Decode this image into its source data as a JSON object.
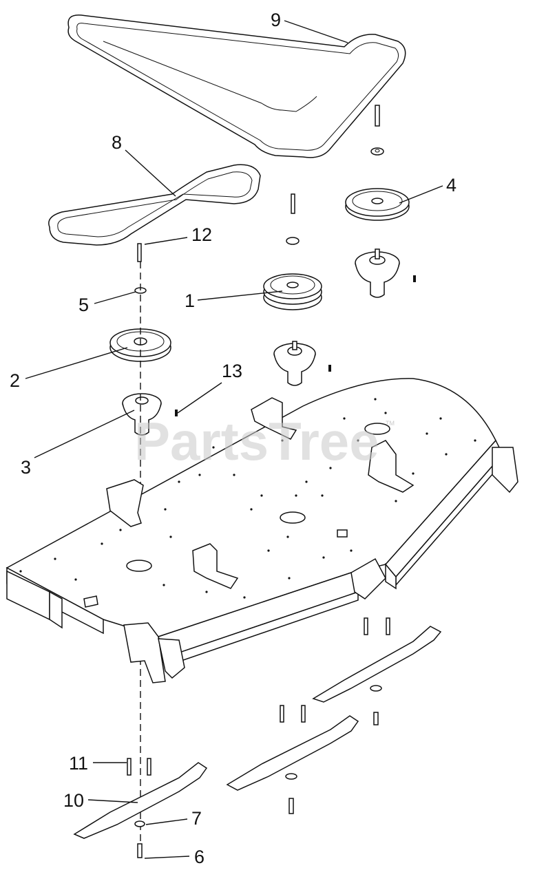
{
  "diagram": {
    "watermark": "PartsTree",
    "watermark_tm": "TM",
    "callouts": {
      "c1": "1",
      "c2": "2",
      "c3": "3",
      "c4": "4",
      "c5": "5",
      "c6": "6",
      "c7": "7",
      "c8": "8",
      "c9": "9",
      "c10": "10",
      "c11": "11",
      "c12": "12",
      "c13": "13"
    }
  }
}
